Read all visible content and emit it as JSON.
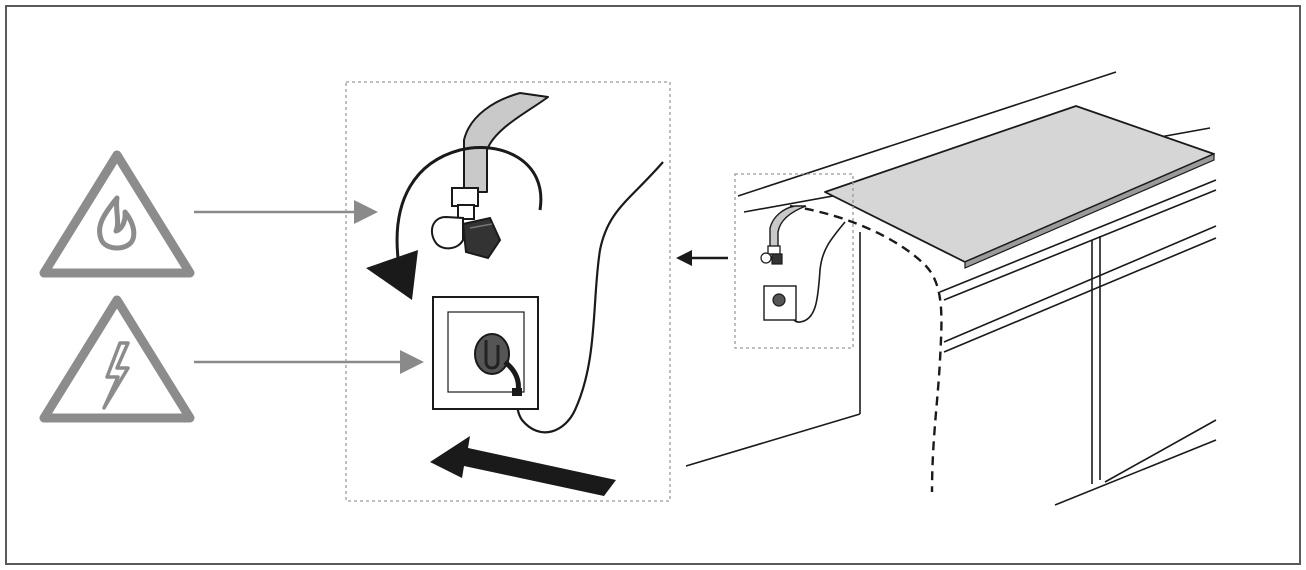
{
  "figure": {
    "kind": "installation-diagram",
    "icons": [
      "fire-warning-icon",
      "electric-warning-icon"
    ],
    "subjects": [
      "gas-tap",
      "power-socket",
      "plug",
      "cooktop",
      "kitchen-counter"
    ],
    "instructions": [
      "turn-off-gas-tap",
      "unplug-from-socket"
    ],
    "colors": {
      "border": "#5a5a5a",
      "line": "#1a1a1a",
      "warning": "#8c8c8c",
      "cooktop_fill": "#d6d6d6",
      "arrow_gray": "#8a8a8a"
    }
  }
}
